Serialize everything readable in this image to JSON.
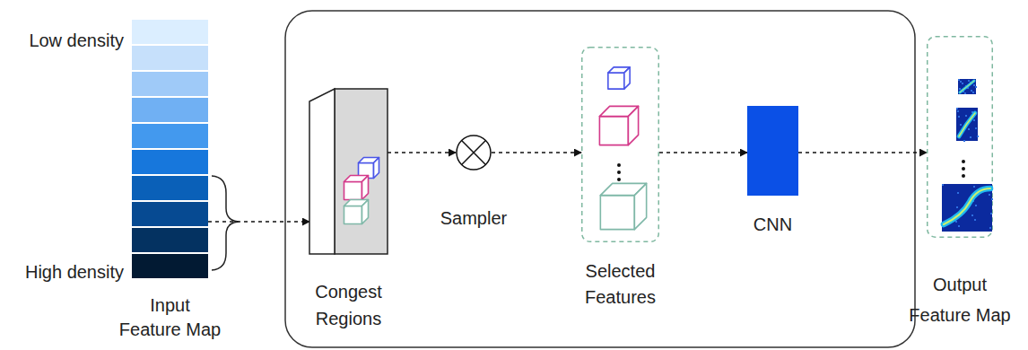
{
  "diagram": {
    "nodes": [
      {
        "text": [
          "Input Feature Map"
        ]
      },
      {
        "text": [
          "Congest Regions"
        ]
      },
      {
        "text": [
          "Sampler"
        ]
      },
      {
        "text": [
          "Selected Features"
        ]
      },
      {
        "text": [
          "CNN"
        ]
      },
      {
        "text": [
          "Output Feature Map"
        ]
      }
    ],
    "edges": [
      {
        "from": 0,
        "to": 1,
        "arrow": "to"
      },
      {
        "from": 1,
        "to": 2,
        "arrow": "to"
      },
      {
        "from": 2,
        "to": 3,
        "arrow": "to"
      },
      {
        "from": 3,
        "to": 4,
        "arrow": "to"
      },
      {
        "from": 4,
        "to": 5,
        "arrow": "to"
      }
    ],
    "labels": [
      "Low density",
      "High density"
    ]
  }
}
